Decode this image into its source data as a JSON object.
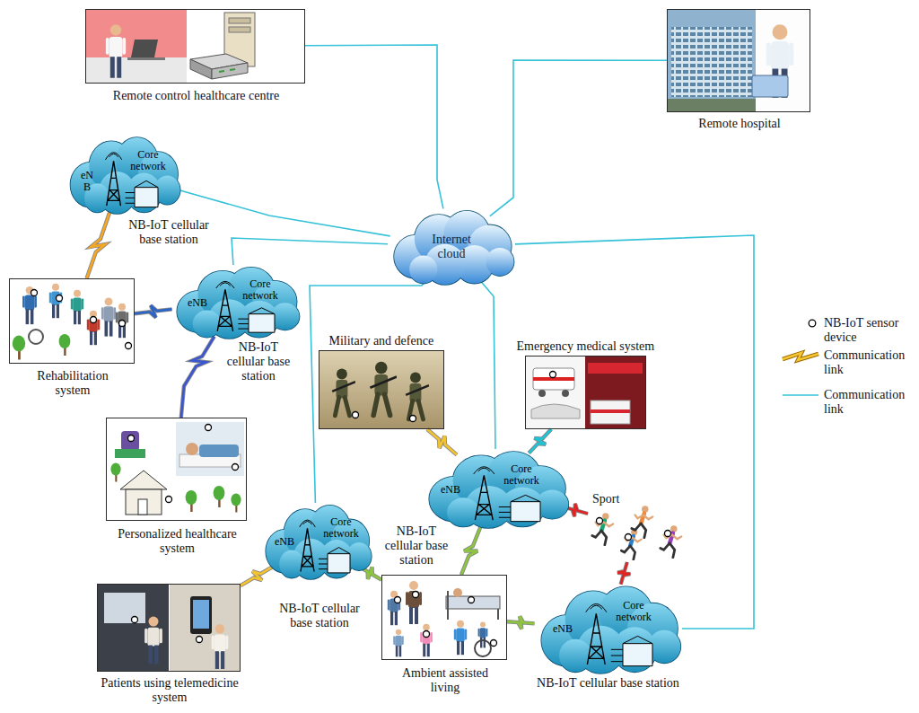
{
  "diagram": {
    "nodes": [
      {
        "text": [
          "Remote control healthcare centre"
        ]
      },
      {
        "text": [
          "Remote hospital"
        ]
      },
      {
        "text": [
          "Internet cloud"
        ]
      },
      {
        "text": [
          "eN B",
          "Core network",
          "NB-IoT cellular base station"
        ]
      },
      {
        "text": [
          "eNB",
          "Core network",
          "NB-IoT cellular base station"
        ]
      },
      {
        "text": [
          "Rehabilitation system"
        ]
      },
      {
        "text": [
          "Personalized healthcare system"
        ]
      },
      {
        "text": [
          "Military and defence"
        ]
      },
      {
        "text": [
          "Emergency medical system"
        ]
      },
      {
        "text": [
          "eNB",
          "Core network",
          "NB-IoT cellular base station"
        ]
      },
      {
        "text": [
          "Sport"
        ]
      },
      {
        "text": [
          "eNB",
          "Core network",
          "NB-IoT cellular base station"
        ]
      },
      {
        "text": [
          "Patients using telemedicine system"
        ]
      },
      {
        "text": [
          "Ambient assisted living"
        ]
      },
      {
        "text": [
          "eNB",
          "Core network",
          "NB-IoT cellular base station"
        ]
      }
    ],
    "edges": [
      {
        "from": 0,
        "to": 2,
        "arrow": "none"
      },
      {
        "from": 1,
        "to": 2,
        "arrow": "none"
      },
      {
        "from": 3,
        "to": 2,
        "arrow": "none"
      },
      {
        "from": 4,
        "to": 2,
        "arrow": "none"
      },
      {
        "from": 11,
        "to": 2,
        "arrow": "none"
      },
      {
        "from": 9,
        "to": 2,
        "arrow": "none"
      },
      {
        "from": 14,
        "to": 2,
        "arrow": "none"
      },
      {
        "from": 5,
        "to": 3,
        "arrow": "none"
      },
      {
        "from": 5,
        "to": 4,
        "arrow": "none"
      },
      {
        "from": 6,
        "to": 4,
        "arrow": "none"
      },
      {
        "from": 12,
        "to": 11,
        "arrow": "none"
      },
      {
        "from": 13,
        "to": 11,
        "arrow": "none"
      },
      {
        "from": 7,
        "to": 9,
        "arrow": "none"
      },
      {
        "from": 8,
        "to": 9,
        "arrow": "none"
      },
      {
        "from": 10,
        "to": 9,
        "arrow": "none"
      },
      {
        "from": 13,
        "to": 9,
        "arrow": "none"
      },
      {
        "from": 13,
        "to": 14,
        "arrow": "none"
      },
      {
        "from": 10,
        "to": 14,
        "arrow": "none"
      }
    ],
    "legend": [
      {
        "text": "NB-IoT sensor device"
      },
      {
        "text": "Communication link"
      },
      {
        "text": "Communication link"
      }
    ]
  }
}
